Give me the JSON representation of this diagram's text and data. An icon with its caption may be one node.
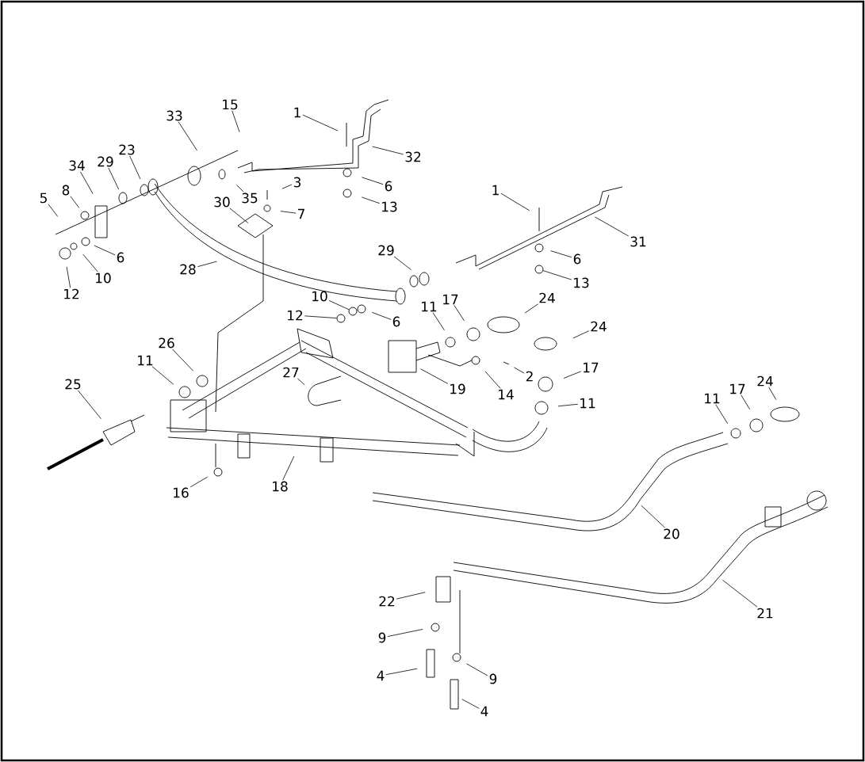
{
  "diagram": {
    "nodes": [
      {
        "text": [
          "1"
        ]
      },
      {
        "text": [
          "15"
        ]
      },
      {
        "text": [
          "33"
        ]
      },
      {
        "text": [
          "32"
        ]
      },
      {
        "text": [
          "6"
        ]
      },
      {
        "text": [
          "13"
        ]
      },
      {
        "text": [
          "3"
        ]
      },
      {
        "text": [
          "7"
        ]
      },
      {
        "text": [
          "35"
        ]
      },
      {
        "text": [
          "30"
        ]
      },
      {
        "text": [
          "23"
        ]
      },
      {
        "text": [
          "29"
        ]
      },
      {
        "text": [
          "34"
        ]
      },
      {
        "text": [
          "8"
        ]
      },
      {
        "text": [
          "5"
        ]
      },
      {
        "text": [
          "6"
        ]
      },
      {
        "text": [
          "10"
        ]
      },
      {
        "text": [
          "12"
        ]
      },
      {
        "text": [
          "28"
        ]
      },
      {
        "text": [
          "1"
        ]
      },
      {
        "text": [
          "31"
        ]
      },
      {
        "text": [
          "6"
        ]
      },
      {
        "text": [
          "13"
        ]
      },
      {
        "text": [
          "29"
        ]
      },
      {
        "text": [
          "12"
        ]
      },
      {
        "text": [
          "10"
        ]
      },
      {
        "text": [
          "6"
        ]
      },
      {
        "text": [
          "11"
        ]
      },
      {
        "text": [
          "17"
        ]
      },
      {
        "text": [
          "24"
        ]
      },
      {
        "text": [
          "24"
        ]
      },
      {
        "text": [
          "2"
        ]
      },
      {
        "text": [
          "14"
        ]
      },
      {
        "text": [
          "19"
        ]
      },
      {
        "text": [
          "17"
        ]
      },
      {
        "text": [
          "11"
        ]
      },
      {
        "text": [
          "26"
        ]
      },
      {
        "text": [
          "27"
        ]
      },
      {
        "text": [
          "11"
        ]
      },
      {
        "text": [
          "25"
        ]
      },
      {
        "text": [
          "16"
        ]
      },
      {
        "text": [
          "18"
        ]
      },
      {
        "text": [
          "11"
        ]
      },
      {
        "text": [
          "17"
        ]
      },
      {
        "text": [
          "24"
        ]
      },
      {
        "text": [
          "20"
        ]
      },
      {
        "text": [
          "21"
        ]
      },
      {
        "text": [
          "22"
        ]
      },
      {
        "text": [
          "9"
        ]
      },
      {
        "text": [
          "4"
        ]
      },
      {
        "text": [
          "9"
        ]
      },
      {
        "text": [
          "4"
        ]
      },
      {
        "text": [],
        "shape": "circle"
      },
      {
        "text": [],
        "shape": "circle"
      },
      {
        "text": [],
        "shape": "circle"
      }
    ],
    "edges": [
      {
        "from": 0,
        "to": null,
        "arrow": "none"
      },
      {
        "from": 1,
        "to": null,
        "arrow": "none"
      },
      {
        "from": 2,
        "to": null,
        "arrow": "none"
      },
      {
        "from": 3,
        "to": null,
        "arrow": "none"
      },
      {
        "from": 4,
        "to": null,
        "arrow": "none"
      },
      {
        "from": 5,
        "to": null,
        "arrow": "none"
      },
      {
        "from": 6,
        "to": null,
        "arrow": "none"
      },
      {
        "from": 7,
        "to": null,
        "arrow": "none"
      },
      {
        "from": 8,
        "to": null,
        "arrow": "none"
      },
      {
        "from": 9,
        "to": null,
        "arrow": "none"
      },
      {
        "from": 10,
        "to": null,
        "arrow": "none"
      },
      {
        "from": 11,
        "to": null,
        "arrow": "none"
      },
      {
        "from": 12,
        "to": null,
        "arrow": "none"
      },
      {
        "from": 13,
        "to": null,
        "arrow": "none"
      },
      {
        "from": 14,
        "to": null,
        "arrow": "none"
      },
      {
        "from": 15,
        "to": null,
        "arrow": "none"
      },
      {
        "from": 16,
        "to": null,
        "arrow": "none"
      },
      {
        "from": 17,
        "to": null,
        "arrow": "none"
      },
      {
        "from": 18,
        "to": null,
        "arrow": "none"
      },
      {
        "from": 19,
        "to": null,
        "arrow": "none"
      },
      {
        "from": 20,
        "to": null,
        "arrow": "none"
      },
      {
        "from": 21,
        "to": null,
        "arrow": "none"
      },
      {
        "from": 22,
        "to": 52,
        "arrow": "none"
      },
      {
        "from": 23,
        "to": null,
        "arrow": "none"
      },
      {
        "from": 24,
        "to": 53,
        "arrow": "none"
      },
      {
        "from": 25,
        "to": 54,
        "arrow": "none"
      },
      {
        "from": 26,
        "to": null,
        "arrow": "none"
      },
      {
        "from": 27,
        "to": null,
        "arrow": "none"
      },
      {
        "from": 28,
        "to": null,
        "arrow": "none"
      },
      {
        "from": 29,
        "to": null,
        "arrow": "none"
      },
      {
        "from": 30,
        "to": null,
        "arrow": "none"
      },
      {
        "from": 31,
        "to": null,
        "arrow": "none"
      },
      {
        "from": 32,
        "to": null,
        "arrow": "none"
      },
      {
        "from": 33,
        "to": null,
        "arrow": "none"
      },
      {
        "from": 34,
        "to": null,
        "arrow": "none"
      },
      {
        "from": 35,
        "to": null,
        "arrow": "none"
      },
      {
        "from": 36,
        "to": null,
        "arrow": "none"
      },
      {
        "from": 37,
        "to": null,
        "arrow": "none"
      },
      {
        "from": 38,
        "to": null,
        "arrow": "none"
      },
      {
        "from": 39,
        "to": null,
        "arrow": "none"
      },
      {
        "from": 40,
        "to": null,
        "arrow": "none"
      },
      {
        "from": 41,
        "to": null,
        "arrow": "none"
      },
      {
        "from": 42,
        "to": null,
        "arrow": "none"
      },
      {
        "from": 43,
        "to": null,
        "arrow": "none"
      },
      {
        "from": 44,
        "to": null,
        "arrow": "none"
      },
      {
        "from": 45,
        "to": null,
        "arrow": "none"
      },
      {
        "from": 46,
        "to": null,
        "arrow": "none"
      },
      {
        "from": 47,
        "to": null,
        "arrow": "none"
      },
      {
        "from": 48,
        "to": null,
        "arrow": "none"
      },
      {
        "from": 49,
        "to": null,
        "arrow": "none"
      },
      {
        "from": 50,
        "to": null,
        "arrow": "none"
      },
      {
        "from": 51,
        "to": null,
        "arrow": "none"
      }
    ]
  }
}
